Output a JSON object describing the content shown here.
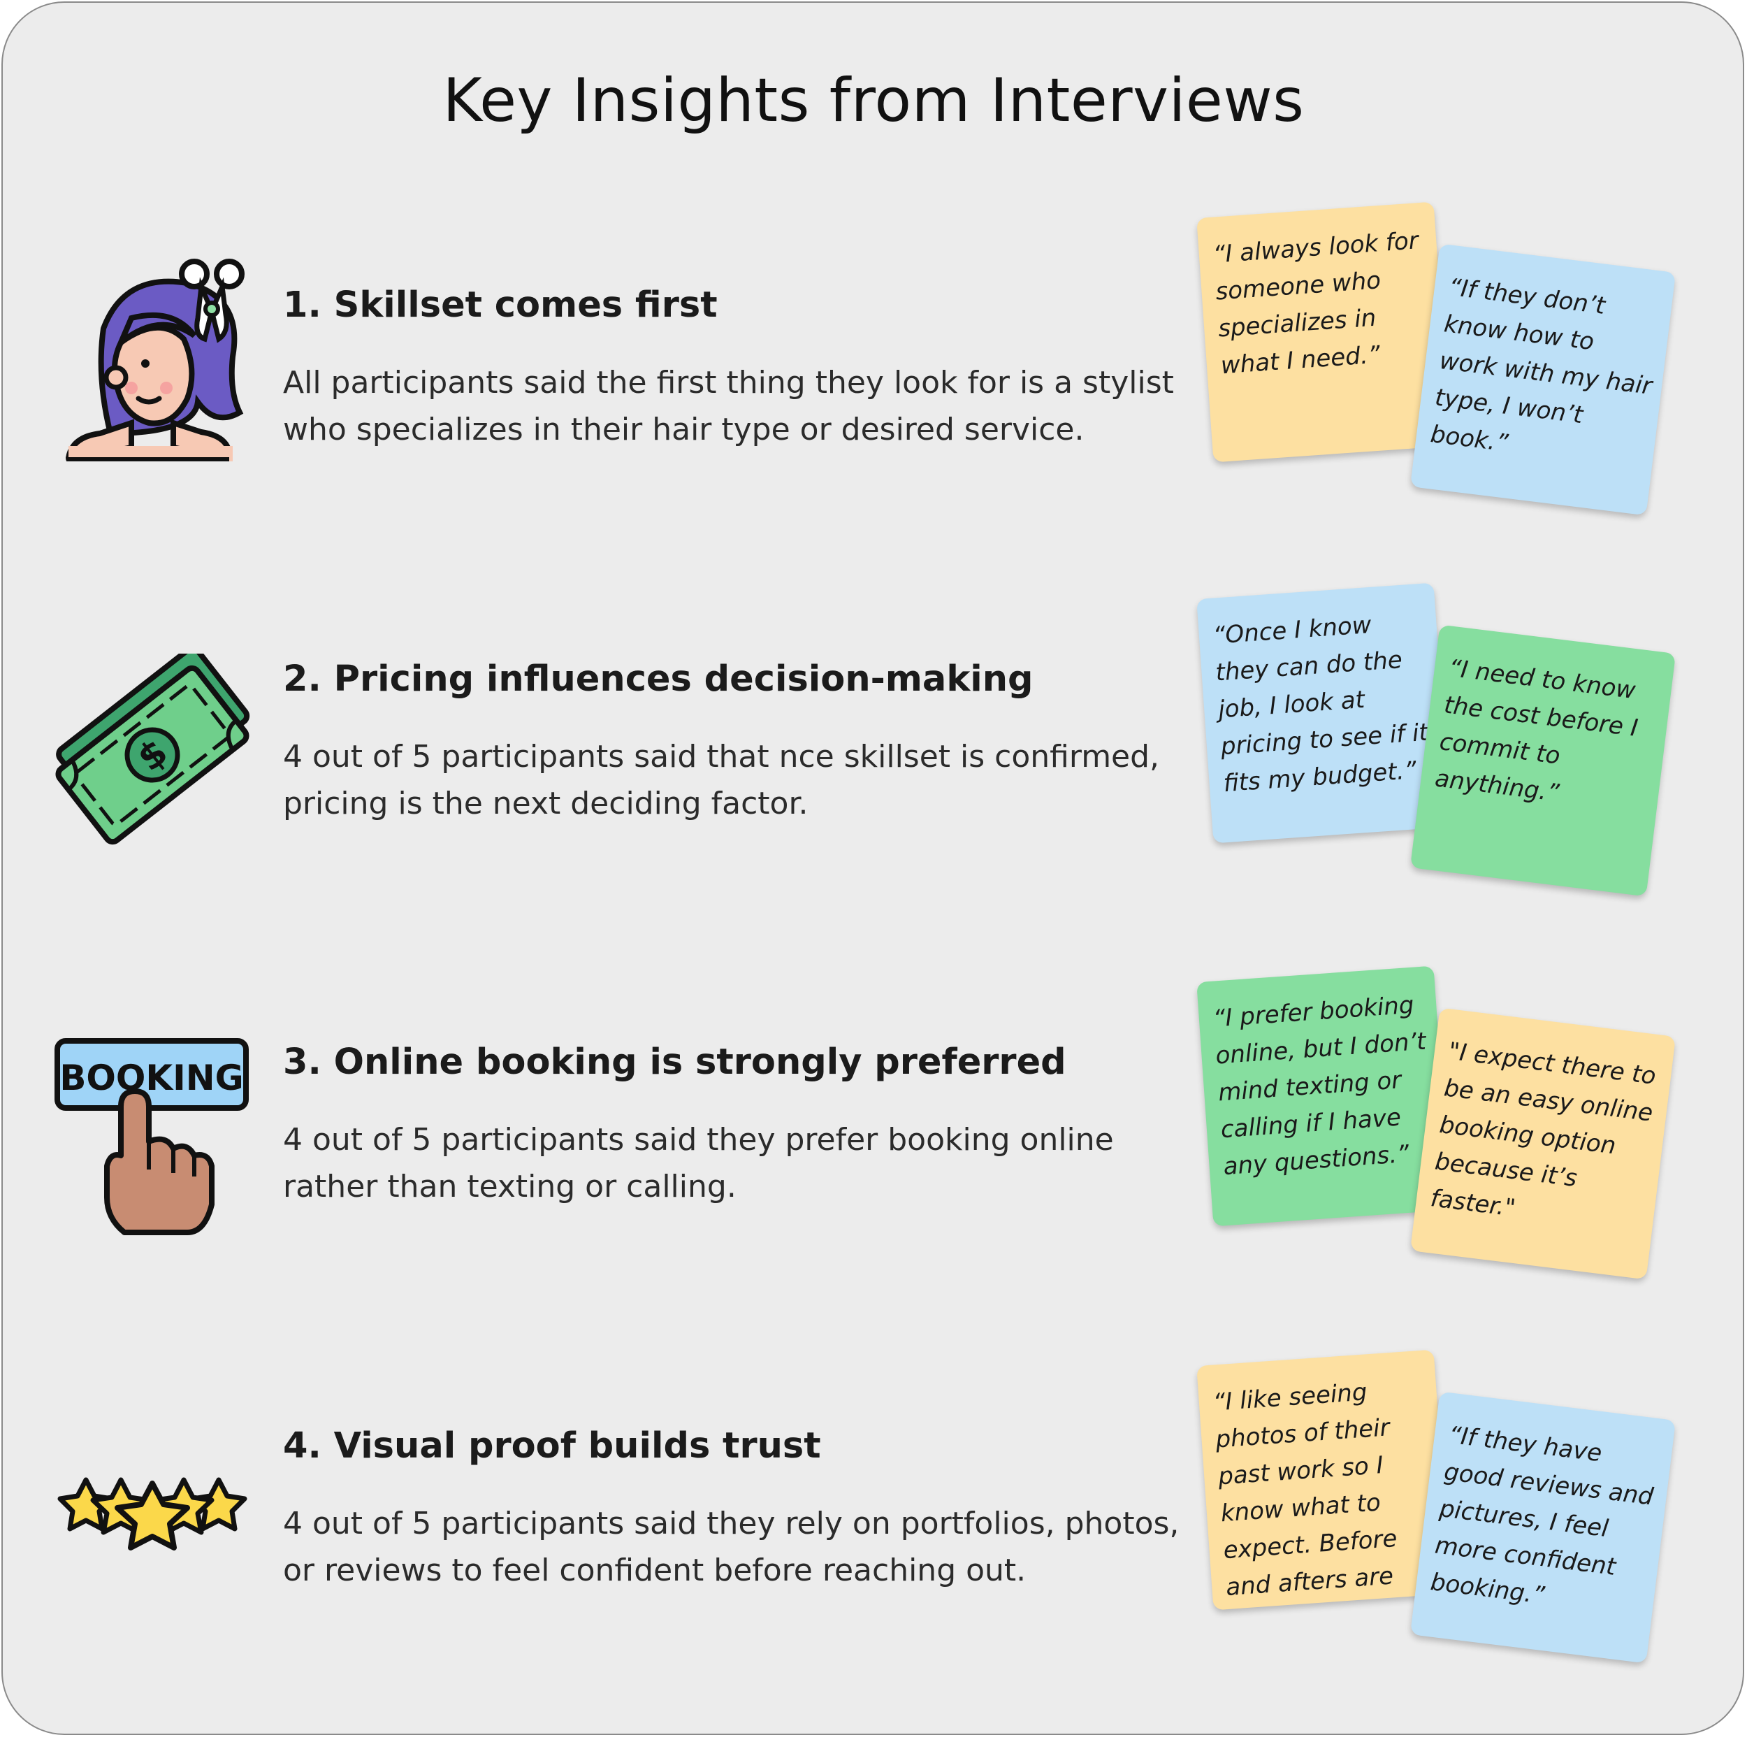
{
  "title": "Key Insights from Interviews",
  "insights": [
    {
      "heading": "1. Skillset comes first",
      "description": "All participants said the first thing they look for is a stylist who specializes in their hair type or desired service.",
      "icon": "stylist-icon",
      "quotes": [
        {
          "text": "“I always look for someone who specializes in what I need.”",
          "color": "#fde0a1"
        },
        {
          "text": "“If they don’t know how to work with my hair type, I won’t book.”",
          "color": "#bde0f7"
        }
      ]
    },
    {
      "heading": "2. Pricing influences decision-making",
      "description": "4 out of 5 participants said that nce skillset is confirmed, pricing is the next deciding factor.",
      "icon": "money-icon",
      "quotes": [
        {
          "text": "“Once I know they can do the job, I look at pricing to see if it fits my budget.”",
          "color": "#bde0f7"
        },
        {
          "text": "“I need to know the cost before I commit to anything.”",
          "color": "#86de9f"
        }
      ]
    },
    {
      "heading": "3. Online booking is strongly preferred",
      "description": "4 out of 5 participants said they prefer booking online rather than texting or calling.",
      "icon": "booking-icon",
      "icon_label": "BOOKING",
      "quotes": [
        {
          "text": "“I prefer booking online, but I don’t mind texting or calling if I have any questions.”",
          "color": "#86de9f"
        },
        {
          "text": "\"I expect there to be an easy online booking option because it’s faster.\"",
          "color": "#fde0a1"
        }
      ]
    },
    {
      "heading": "4. Visual proof builds trust",
      "description": "4 out of 5 participants said they rely on portfolios, photos, or reviews to feel confident before reaching out.",
      "icon": "stars-icon",
      "quotes": [
        {
          "text": "“I like seeing photos of their past work so I know what to expect. Before and afters are great.”",
          "color": "#fde0a1"
        },
        {
          "text": "“If they have good reviews and pictures, I feel more confident booking.”",
          "color": "#bde0f7"
        }
      ]
    }
  ]
}
